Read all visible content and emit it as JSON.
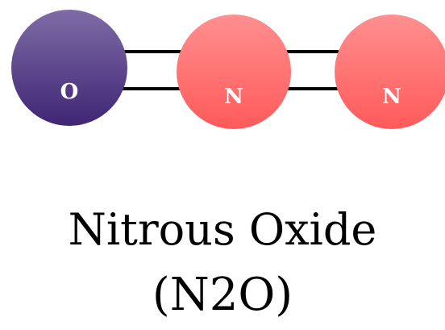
{
  "diagram": {
    "caption_name": "Nitrous Oxide",
    "formula_open": "(N",
    "formula_subscript": "2",
    "formula_close": "O)",
    "atoms": [
      {
        "symbol": "O",
        "color_top": "#7f6ca6",
        "color_bottom": "#3f2574"
      },
      {
        "symbol": "N",
        "color_top": "#ff8f8f",
        "color_bottom": "#ff5a5a"
      },
      {
        "symbol": "N",
        "color_top": "#ff8f8f",
        "color_bottom": "#ff5a5a"
      }
    ],
    "bond_color": "#000000",
    "bonds": [
      {
        "from": "O",
        "to": "N",
        "order": 2
      },
      {
        "from": "N",
        "to": "N",
        "order": 2
      }
    ]
  }
}
